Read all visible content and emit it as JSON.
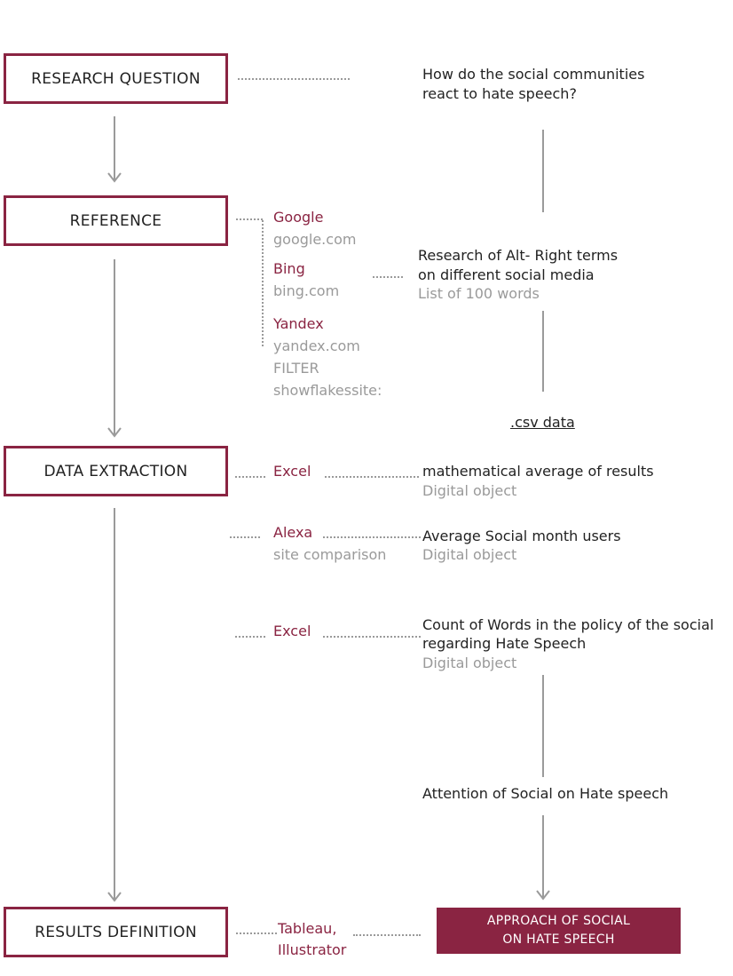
{
  "steps": {
    "research_question": "RESEARCH QUESTION",
    "reference": "REFERENCE",
    "data_extraction": "DATA EXTRACTION",
    "results_definition": "RESULTS DEFINITION"
  },
  "question": {
    "line1": "How do the social communities",
    "line2": "react to hate speech?"
  },
  "reference": {
    "google": {
      "name": "Google",
      "url": "google.com"
    },
    "bing": {
      "name": "Bing",
      "url": "bing.com"
    },
    "yandex": {
      "name": "Yandex",
      "url": "yandex.com"
    },
    "filter_label": "FILTER",
    "filter_value": "showflakessite:",
    "research_line1": "Research of Alt- Right terms",
    "research_line2": "on different social media",
    "research_sub": "List of 100  words"
  },
  "csv_label": ".csv data",
  "extraction": {
    "row1": {
      "tool": "Excel",
      "result": "mathematical average of results",
      "sub": "Digital object"
    },
    "row2": {
      "tool": "Alexa",
      "tool_sub": "site comparison",
      "result": "Average Social month users",
      "sub": "Digital object"
    },
    "row3": {
      "tool": "Excel",
      "result_line1": "Count of Words in the policy of the social",
      "result_line2": "regarding Hate Speech",
      "sub": "Digital object"
    }
  },
  "attention": "Attention of Social on Hate speech",
  "results": {
    "tool_line1": "Tableau,",
    "tool_line2": "Illustrator",
    "final_line1": "APPROACH OF SOCIAL",
    "final_line2": "ON HATE SPEECH"
  },
  "colors": {
    "accent": "#8a2442",
    "line": "#9a9a9a",
    "text": "#222222"
  }
}
